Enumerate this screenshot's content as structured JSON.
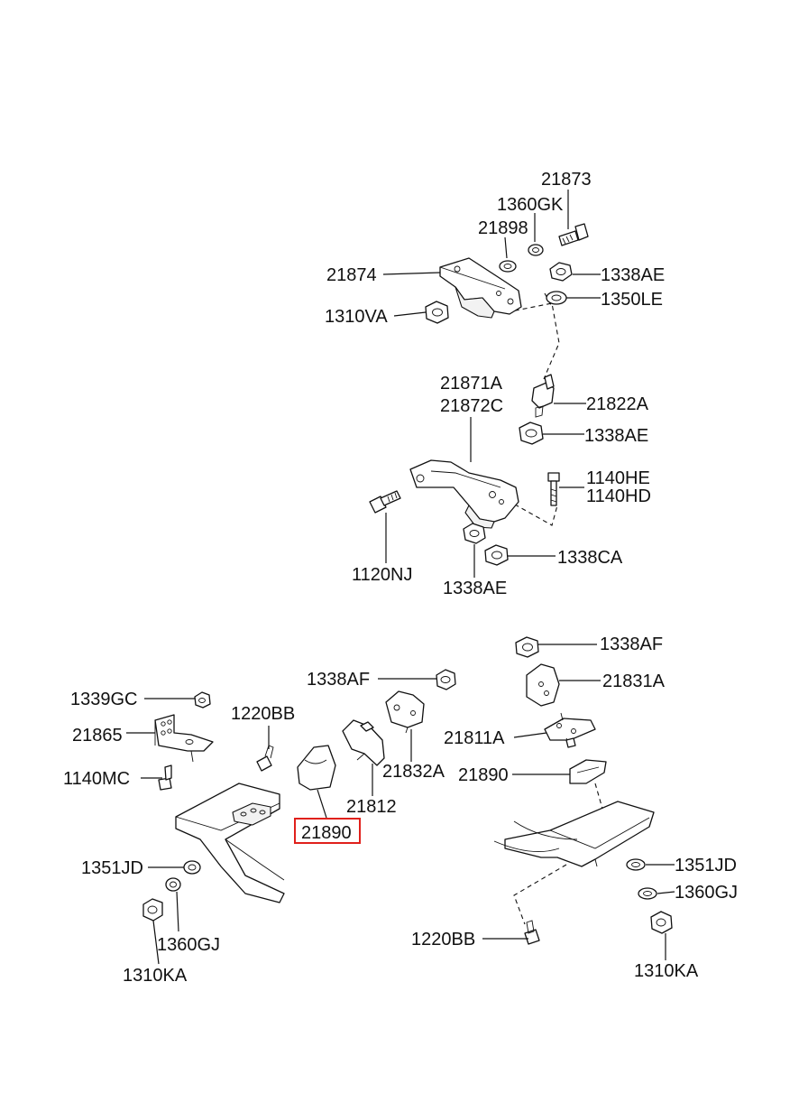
{
  "diagram": {
    "callouts": [
      {
        "id": "c-21873",
        "text": "21873"
      },
      {
        "id": "c-1360gk",
        "text": "1360GK"
      },
      {
        "id": "c-21898",
        "text": "21898"
      },
      {
        "id": "c-21874",
        "text": "21874"
      },
      {
        "id": "c-1338ae-a",
        "text": "1338AE"
      },
      {
        "id": "c-1350le",
        "text": "1350LE"
      },
      {
        "id": "c-1310va",
        "text": "1310VA"
      },
      {
        "id": "c-21871a",
        "text": "21871A"
      },
      {
        "id": "c-21872c",
        "text": "21872C"
      },
      {
        "id": "c-21822a",
        "text": "21822A"
      },
      {
        "id": "c-1338ae-b",
        "text": "1338AE"
      },
      {
        "id": "c-1140he",
        "text": "1140HE"
      },
      {
        "id": "c-1140hd",
        "text": "1140HD"
      },
      {
        "id": "c-1338ca",
        "text": "1338CA"
      },
      {
        "id": "c-1120nj",
        "text": "1120NJ"
      },
      {
        "id": "c-1338ae-c",
        "text": "1338AE"
      },
      {
        "id": "c-1338af-a",
        "text": "1338AF"
      },
      {
        "id": "c-21831a",
        "text": "21831A"
      },
      {
        "id": "c-1338af-b",
        "text": "1338AF"
      },
      {
        "id": "c-1339gc",
        "text": "1339GC"
      },
      {
        "id": "c-1220bb-a",
        "text": "1220BB"
      },
      {
        "id": "c-21865",
        "text": "21865"
      },
      {
        "id": "c-21811a",
        "text": "21811A"
      },
      {
        "id": "c-21832a",
        "text": "21832A"
      },
      {
        "id": "c-21890-b",
        "text": "21890"
      },
      {
        "id": "c-1140mc",
        "text": "1140MC"
      },
      {
        "id": "c-21812",
        "text": "21812"
      },
      {
        "id": "c-21890-a",
        "text": "21890",
        "highlighted": true
      },
      {
        "id": "c-1351jd-a",
        "text": "1351JD"
      },
      {
        "id": "c-1351jd-b",
        "text": "1351JD"
      },
      {
        "id": "c-1360gj-b",
        "text": "1360GJ"
      },
      {
        "id": "c-1220bb-b",
        "text": "1220BB"
      },
      {
        "id": "c-1360gj-a",
        "text": "1360GJ"
      },
      {
        "id": "c-1310ka-a",
        "text": "1310KA"
      },
      {
        "id": "c-1310ka-b",
        "text": "1310KA"
      }
    ]
  },
  "colors": {
    "line": "#111111",
    "highlight": "#e0201b",
    "background": "#ffffff"
  }
}
